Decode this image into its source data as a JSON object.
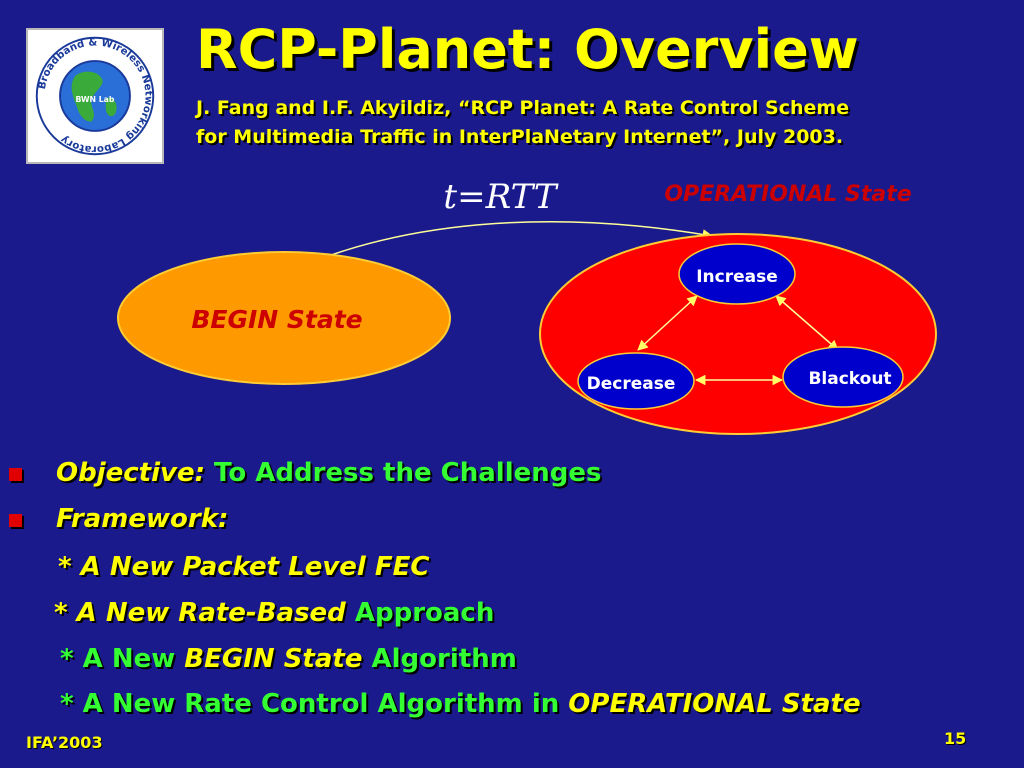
{
  "slide": {
    "title": "RCP-Planet: Overview",
    "citation_line1": "J. Fang and I.F. Akyildiz, “RCP Planet: A Rate Control Scheme",
    "citation_line2": "for  Multimedia Traffic in InterPlaNetary Internet”, July 2003.",
    "footer_left": "IFA’2003",
    "page_number": "15"
  },
  "logo": {
    "ring_text": "Broadband & Wireless Networking Laboratory",
    "center_text": "BWN Lab"
  },
  "diagram": {
    "transition_label": "t=RTT",
    "operational_label": "OPERATIONAL State",
    "begin_label": "BEGIN State",
    "states": {
      "increase": "Increase",
      "decrease": "Decrease",
      "blackout": "Blackout"
    }
  },
  "bullets": {
    "objective_label": "Objective:",
    "objective_text": " To Address the Challenges",
    "framework_label": "Framework:",
    "item1_star": "*  ",
    "item1_text": "A New Packet Level FEC",
    "item2_star": "*  ",
    "item2_text": "A New Rate-Based ",
    "item2_tail": " Approach",
    "item3_a": "* A New ",
    "item3_b": "BEGIN State",
    "item3_c": " Algorithm",
    "item4_a": "* A New Rate Control Algorithm in ",
    "item4_b": "OPERATIONAL State"
  },
  "colors": {
    "background": "#1a1a8c",
    "title": "#ffff00",
    "bullet_text": "#33ff33",
    "begin_fill": "#ff9900",
    "operational_fill": "#ff0000",
    "state_fill": "#0000cc",
    "operational_label": "#cc0000"
  }
}
